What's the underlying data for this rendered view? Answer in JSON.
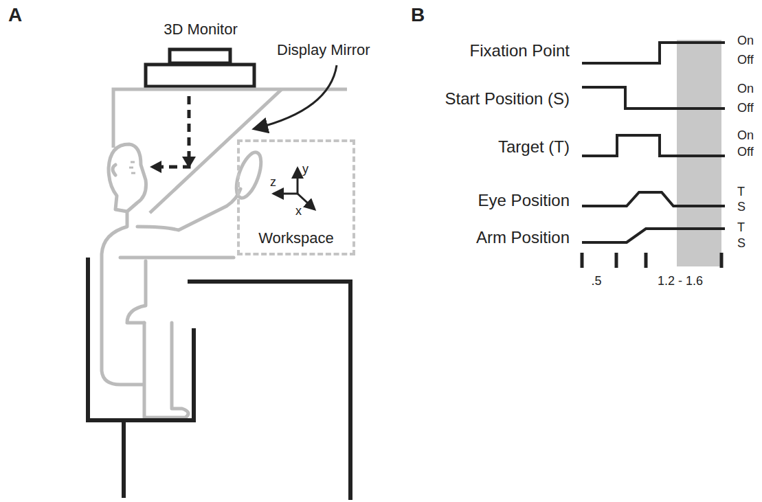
{
  "diagram": {
    "nodes": [
      {
        "text": [
          "Workspace"
        ]
      }
    ],
    "labels": [
      "A",
      "3D Monitor",
      "Display Mirror",
      "y",
      "z",
      "x",
      "B",
      "Fixation Point",
      "On",
      "Off",
      "Start Position (S)",
      "On",
      "Off",
      "Target (T)",
      "On",
      "Off",
      "Eye Position",
      "T",
      "S",
      "Arm Position",
      "T",
      "S",
      ".5",
      "1.2 - 1.6"
    ]
  }
}
